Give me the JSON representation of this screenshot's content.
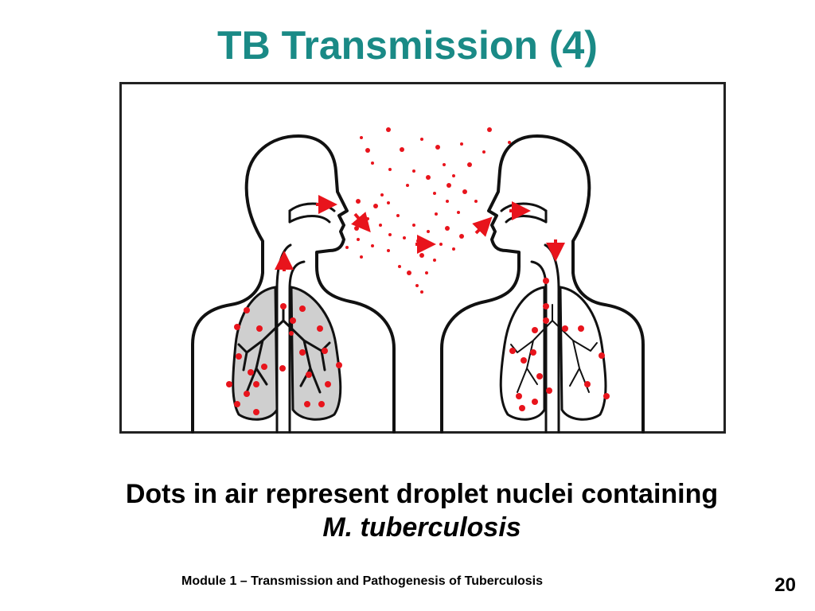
{
  "slide": {
    "title": "TB Transmission (4)",
    "caption_line1": "Dots in air represent droplet nuclei containing",
    "caption_line2": "M. tuberculosis",
    "footer": "Module 1 – Transmission and Pathogenesis of Tuberculosis",
    "page_number": "20"
  },
  "colors": {
    "title": "#1a8a86",
    "droplet": "#e8141c",
    "infected_lung": "#cfcfcf",
    "outline": "#111111"
  },
  "illustration": {
    "icon": "tb-airborne-transmission-illustration"
  }
}
